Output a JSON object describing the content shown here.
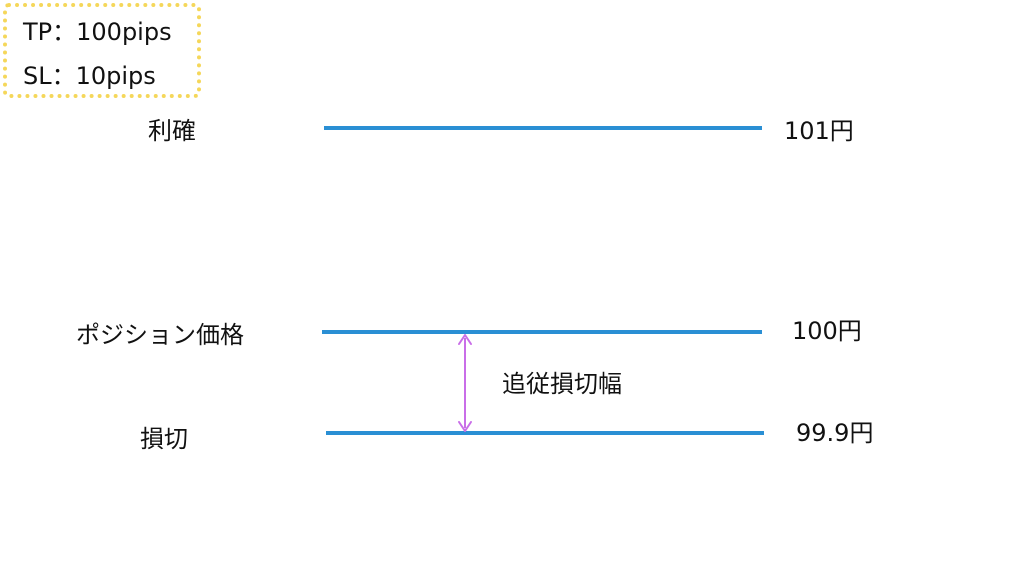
{
  "info": {
    "tp": "TP：100pips",
    "sl": "SL：10pips"
  },
  "levels": {
    "take_profit": {
      "label": "利確",
      "price": "101円"
    },
    "entry": {
      "label": "ポジション価格",
      "price": "100円"
    },
    "stop_loss": {
      "label": "損切",
      "price": "99.9円"
    }
  },
  "trailing_stop_width_label": "追従損切幅",
  "colors": {
    "level_line": "#2a8fd4",
    "arrow": "#c96ee8",
    "info_border": "#f5d75a"
  }
}
